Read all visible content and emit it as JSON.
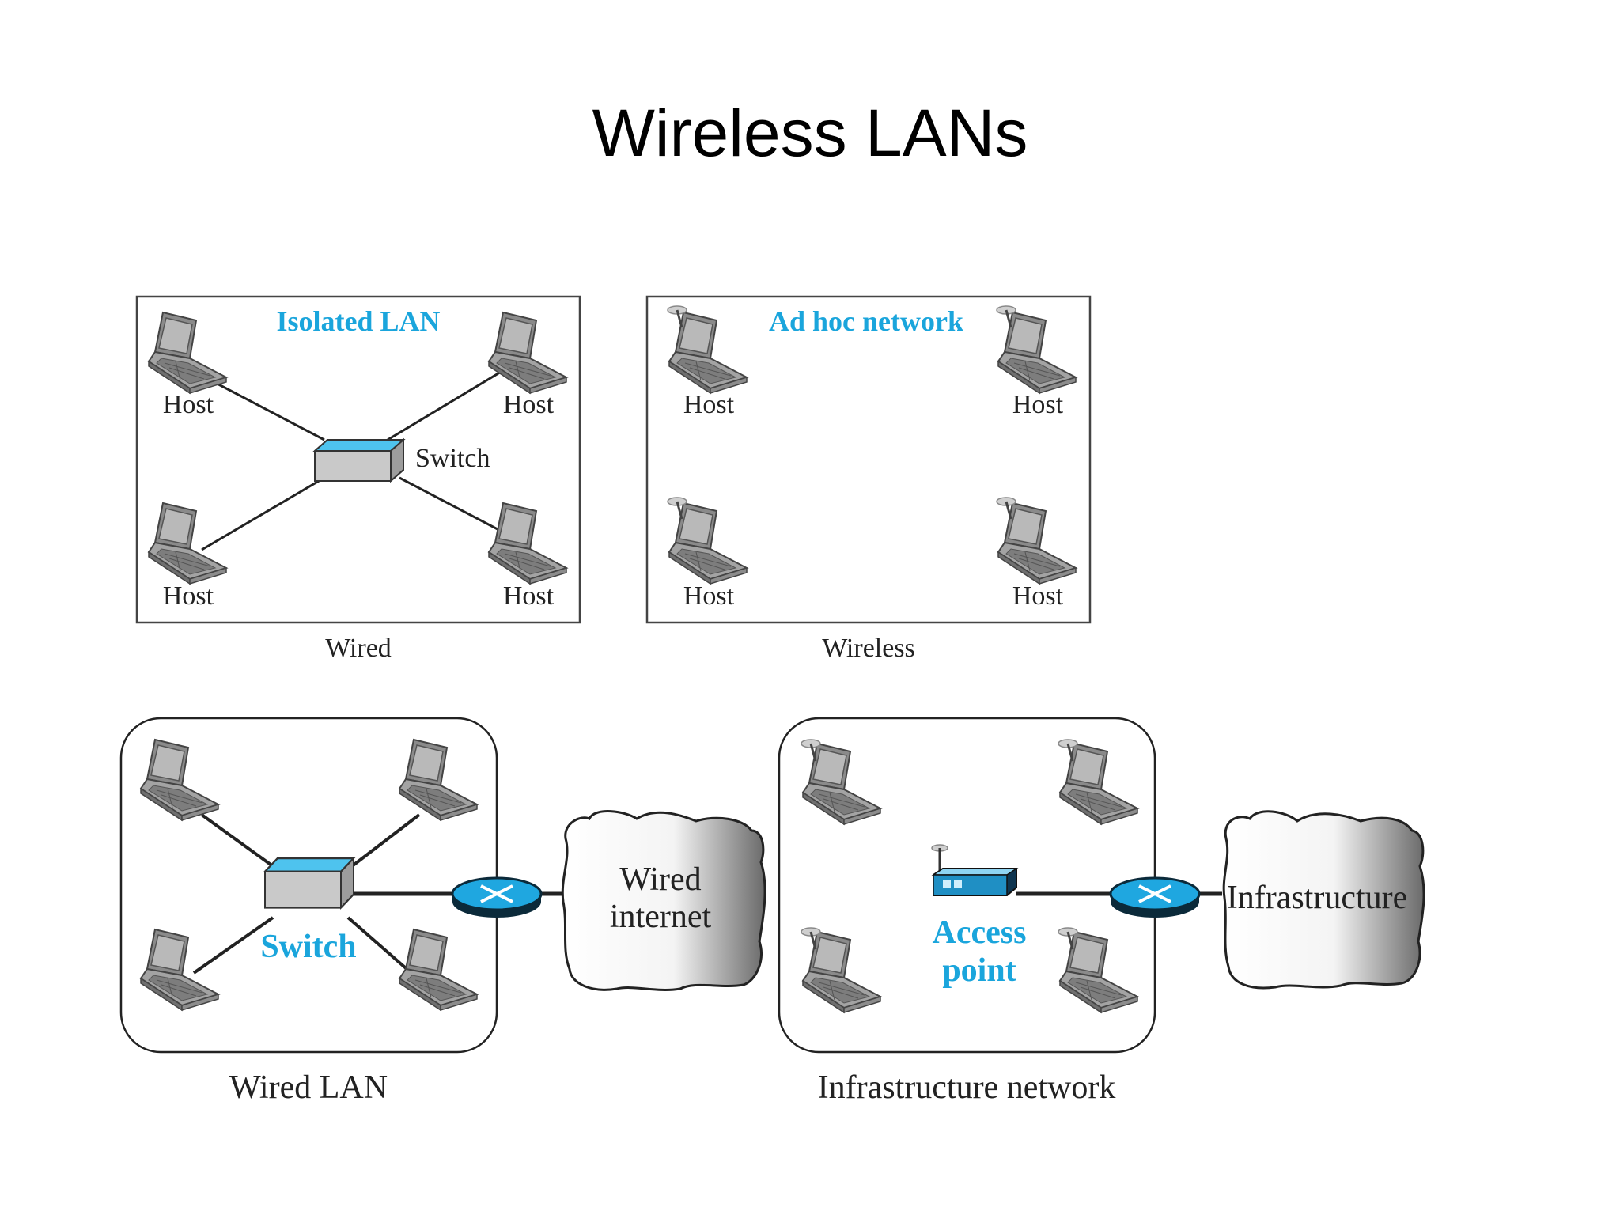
{
  "title": "Wireless LANs",
  "top_left": {
    "heading": "Isolated LAN",
    "switch_label": "Switch",
    "hosts": [
      "Host",
      "Host",
      "Host",
      "Host"
    ],
    "caption": "Wired"
  },
  "top_right": {
    "heading": "Ad hoc network",
    "hosts": [
      "Host",
      "Host",
      "Host",
      "Host"
    ],
    "caption": "Wireless"
  },
  "bottom_left": {
    "switch_label": "Switch",
    "cloud_line1": "Wired",
    "cloud_line2": "internet",
    "caption": "Wired LAN"
  },
  "bottom_right": {
    "ap_line1": "Access",
    "ap_line2": "point",
    "cloud_label": "Infrastructure",
    "caption": "Infrastructure network"
  },
  "colors": {
    "accent": "#1aa5dc",
    "switch_top": "#4ec3ee",
    "router": "#1fa7e0"
  }
}
